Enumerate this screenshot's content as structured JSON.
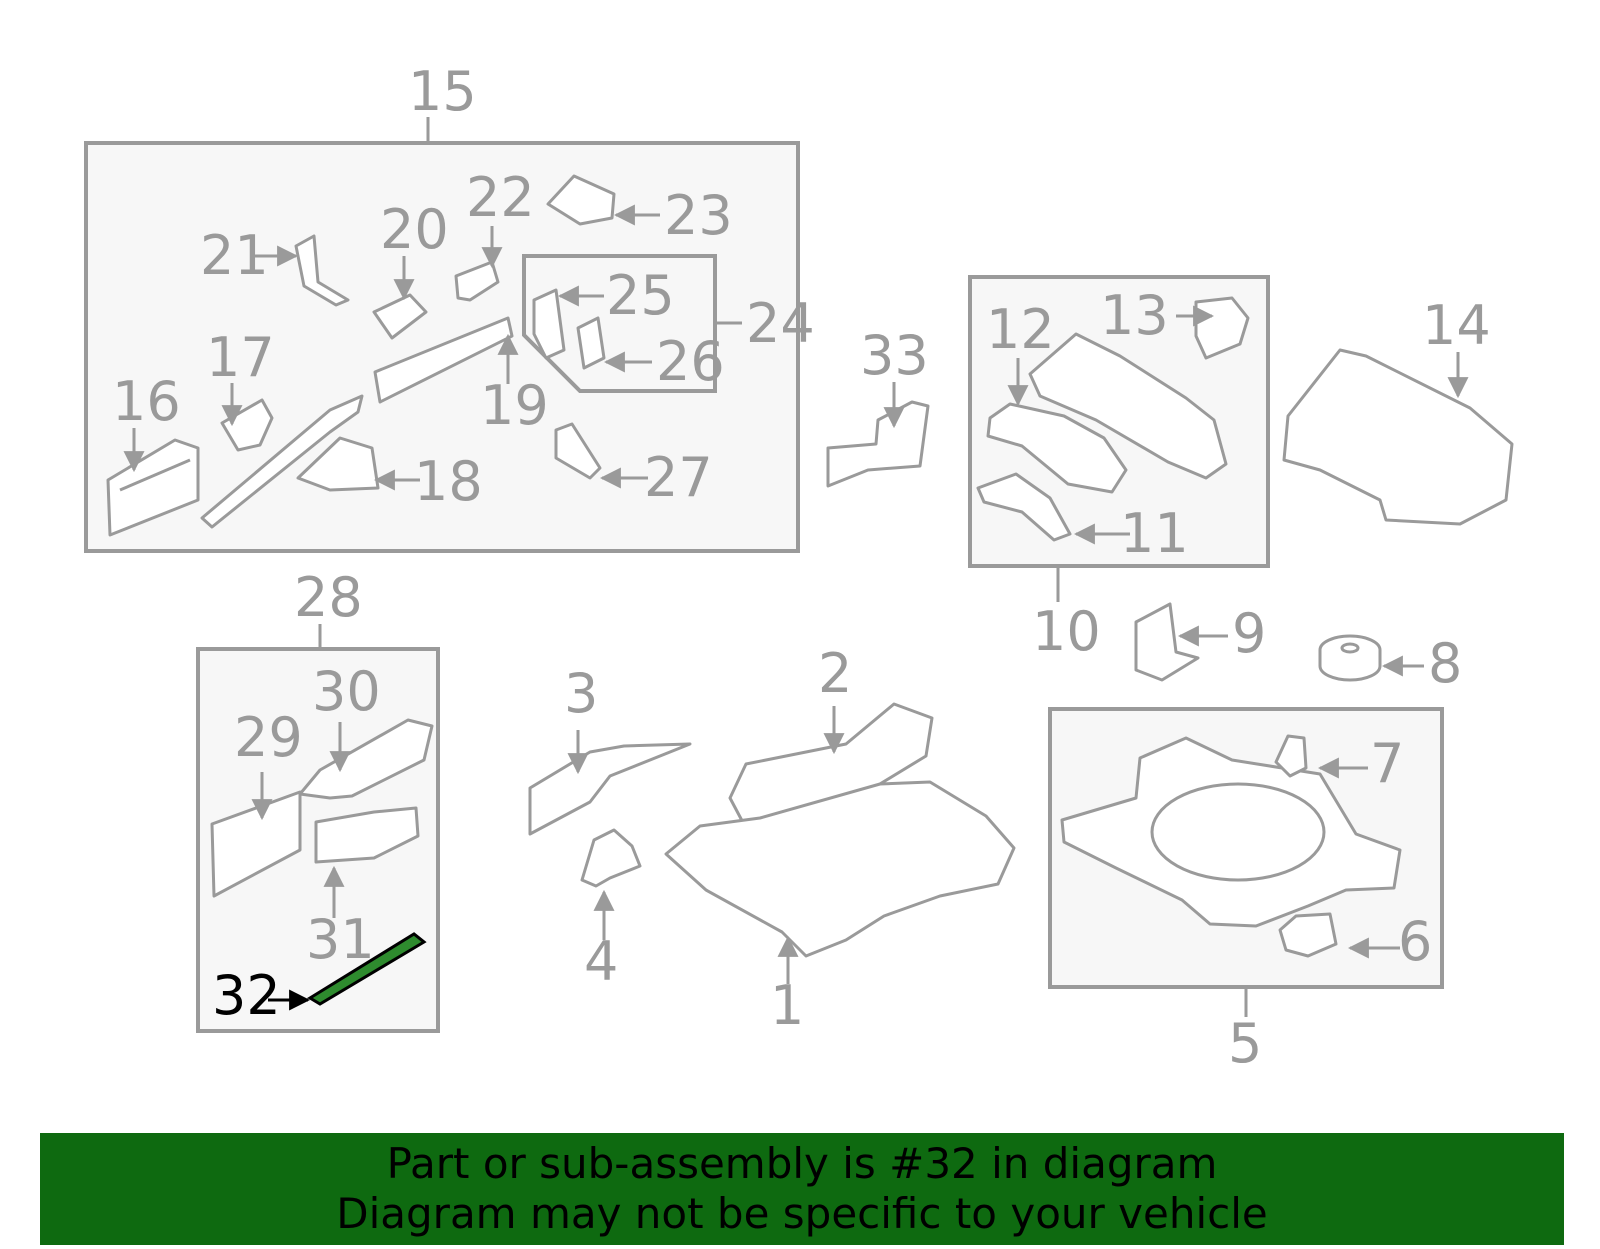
{
  "callouts": {
    "c1": "1",
    "c2": "2",
    "c3": "3",
    "c4": "4",
    "c5": "5",
    "c6": "6",
    "c7": "7",
    "c8": "8",
    "c9": "9",
    "c10": "10",
    "c11": "11",
    "c12": "12",
    "c13": "13",
    "c14": "14",
    "c15": "15",
    "c16": "16",
    "c17": "17",
    "c18": "18",
    "c19": "19",
    "c20": "20",
    "c21": "21",
    "c22": "22",
    "c23": "23",
    "c24": "24",
    "c25": "25",
    "c26": "26",
    "c27": "27",
    "c28": "28",
    "c29": "29",
    "c30": "30",
    "c31": "31",
    "c32": "32",
    "c33": "33"
  },
  "highlight": {
    "part": "32",
    "color": "#2e8b2e"
  },
  "banner": {
    "line1": "Part or sub-assembly is #32 in diagram",
    "line2": "Diagram may not be specific to your vehicle",
    "background": "#0e6a10"
  }
}
